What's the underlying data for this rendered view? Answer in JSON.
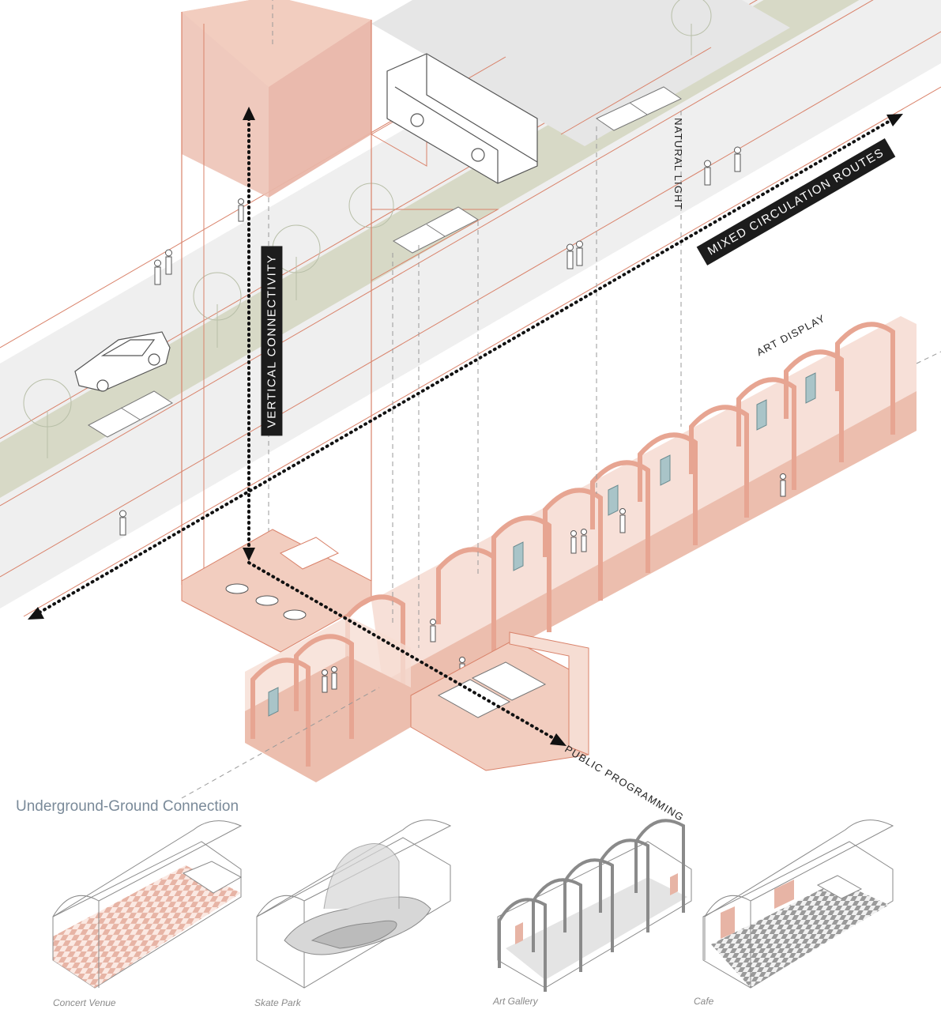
{
  "labels": {
    "vertical": "VERTICAL CONNECTIVITY",
    "mixed": "MIXED CIRCULATION ROUTES",
    "natural_light": "NATURAL LIGHT",
    "art_display": "ART DISPLAY",
    "public_programming": "PUBLIC PROGRAMMING"
  },
  "section_title": "Underground-Ground Connection",
  "vignettes": [
    {
      "caption": "Concert Venue"
    },
    {
      "caption": "Skate Park"
    },
    {
      "caption": "Art Gallery"
    },
    {
      "caption": "Cafe"
    }
  ],
  "colors": {
    "accent": "#e9b8a8",
    "accent_light": "#f6ddd3",
    "line": "#d9826a",
    "road": "#ececec",
    "median": "#d4d7c2",
    "glass": "#a9c4c8",
    "dark_label": "#1c1c1c"
  }
}
